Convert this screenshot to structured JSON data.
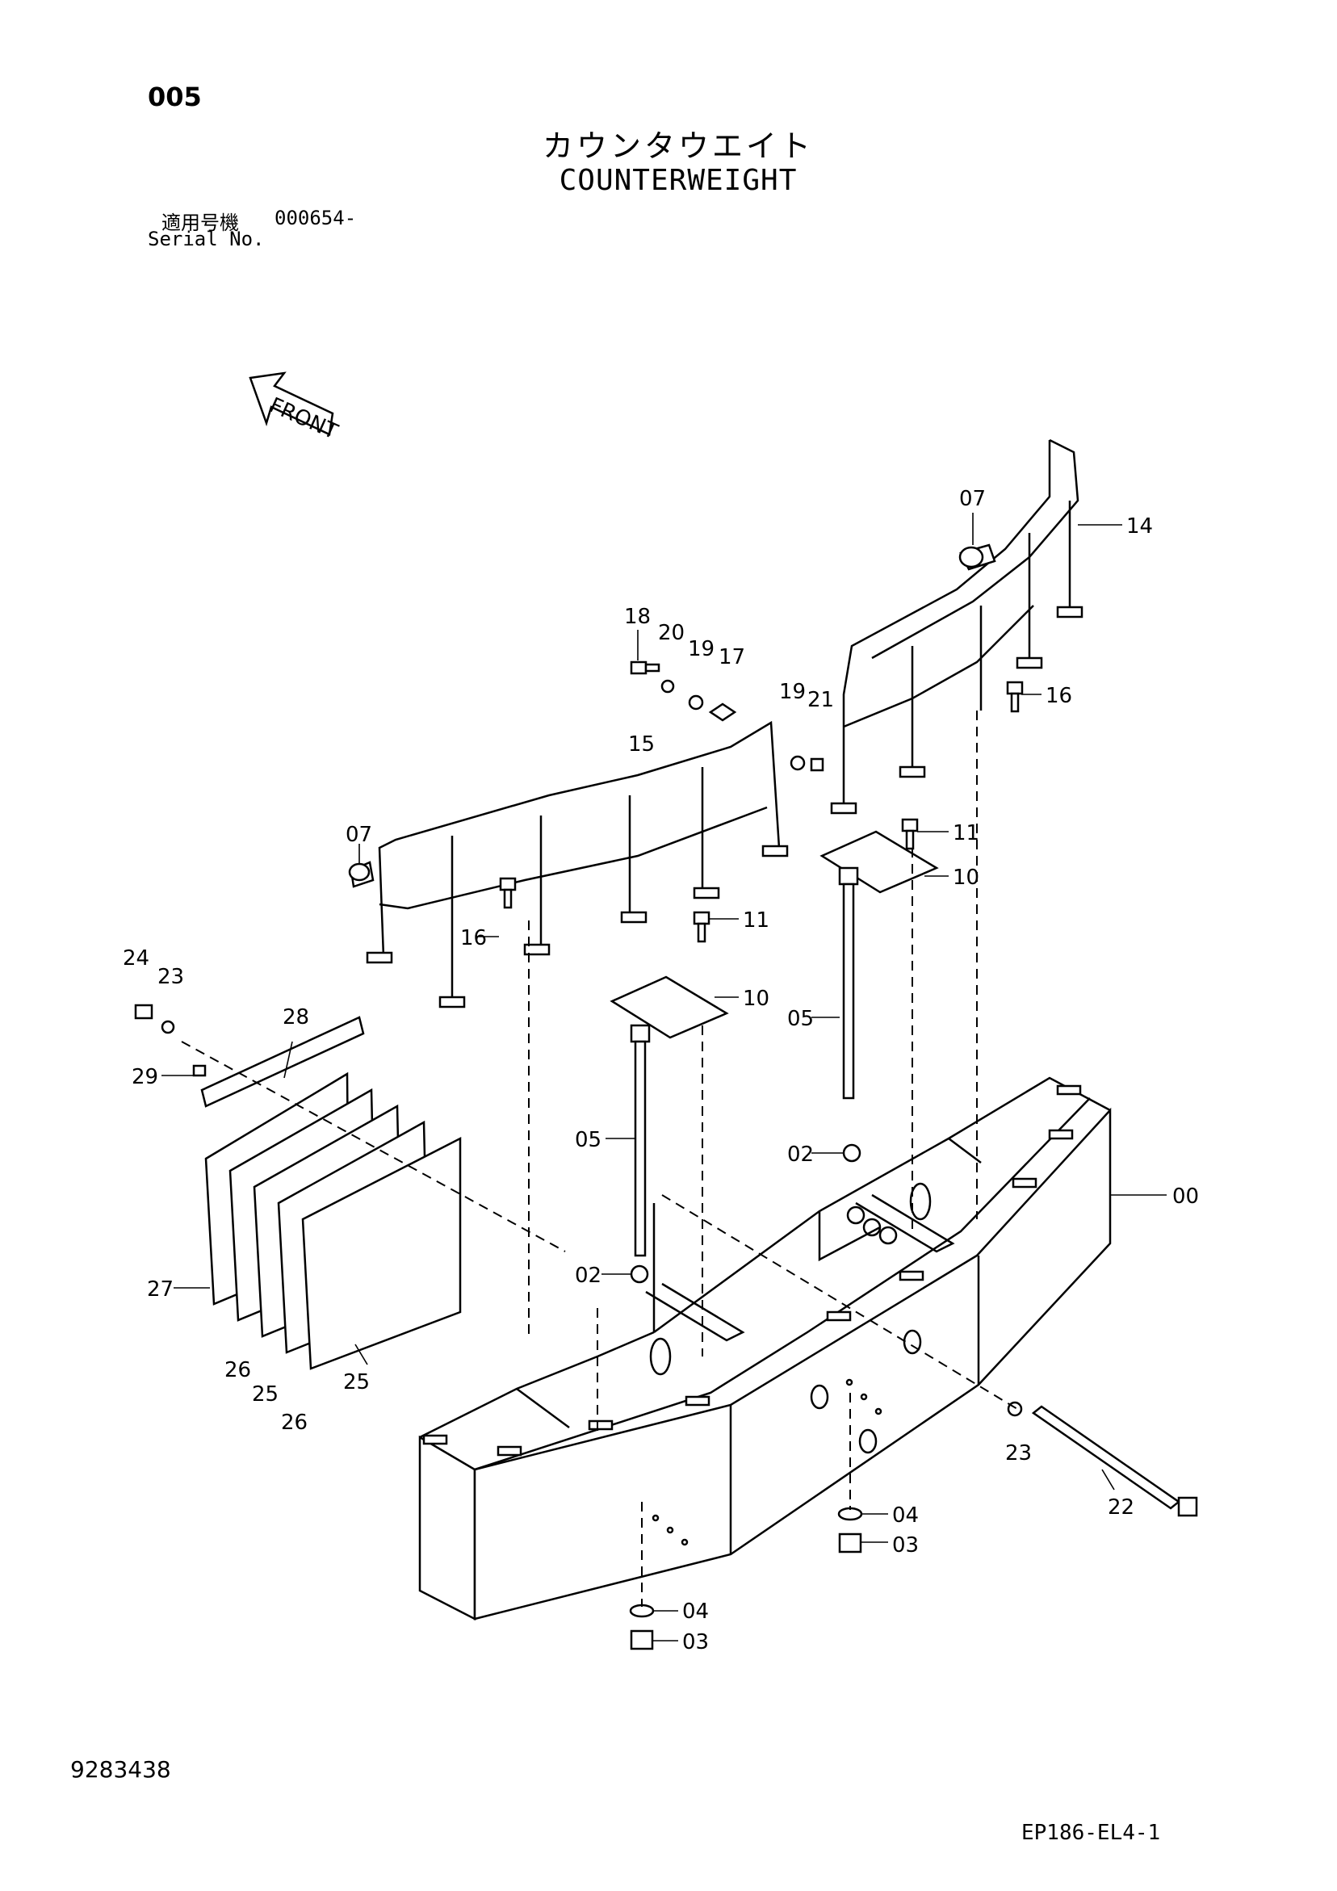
{
  "header": {
    "page_number": "005",
    "title_jp": "カウンタウエイト",
    "title_en": "COUNTERWEIGHT",
    "serial_label_jp": "適用号機",
    "serial_value": "000654-",
    "serial_label_en": "Serial No."
  },
  "diagram": {
    "front_arrow_label": "FRONT",
    "callouts": [
      {
        "id": "c00",
        "label": "00"
      },
      {
        "id": "c02a",
        "label": "02"
      },
      {
        "id": "c02b",
        "label": "02"
      },
      {
        "id": "c03a",
        "label": "03"
      },
      {
        "id": "c03b",
        "label": "03"
      },
      {
        "id": "c04a",
        "label": "04"
      },
      {
        "id": "c04b",
        "label": "04"
      },
      {
        "id": "c05a",
        "label": "05"
      },
      {
        "id": "c05b",
        "label": "05"
      },
      {
        "id": "c07a",
        "label": "07"
      },
      {
        "id": "c07b",
        "label": "07"
      },
      {
        "id": "c10a",
        "label": "10"
      },
      {
        "id": "c10b",
        "label": "10"
      },
      {
        "id": "c11a",
        "label": "11"
      },
      {
        "id": "c11b",
        "label": "11"
      },
      {
        "id": "c14",
        "label": "14"
      },
      {
        "id": "c15",
        "label": "15"
      },
      {
        "id": "c16a",
        "label": "16"
      },
      {
        "id": "c16b",
        "label": "16"
      },
      {
        "id": "c17",
        "label": "17"
      },
      {
        "id": "c18",
        "label": "18"
      },
      {
        "id": "c19a",
        "label": "19"
      },
      {
        "id": "c19b",
        "label": "19"
      },
      {
        "id": "c20",
        "label": "20"
      },
      {
        "id": "c21",
        "label": "21"
      },
      {
        "id": "c22",
        "label": "22"
      },
      {
        "id": "c23a",
        "label": "23"
      },
      {
        "id": "c23b",
        "label": "23"
      },
      {
        "id": "c24",
        "label": "24"
      },
      {
        "id": "c25a",
        "label": "25"
      },
      {
        "id": "c25b",
        "label": "25"
      },
      {
        "id": "c26a",
        "label": "26"
      },
      {
        "id": "c26b",
        "label": "26"
      },
      {
        "id": "c27",
        "label": "27"
      },
      {
        "id": "c28",
        "label": "28"
      },
      {
        "id": "c29",
        "label": "29"
      }
    ]
  },
  "footer": {
    "doc_number": "9283438",
    "figure_code": "EP186-EL4-1"
  }
}
